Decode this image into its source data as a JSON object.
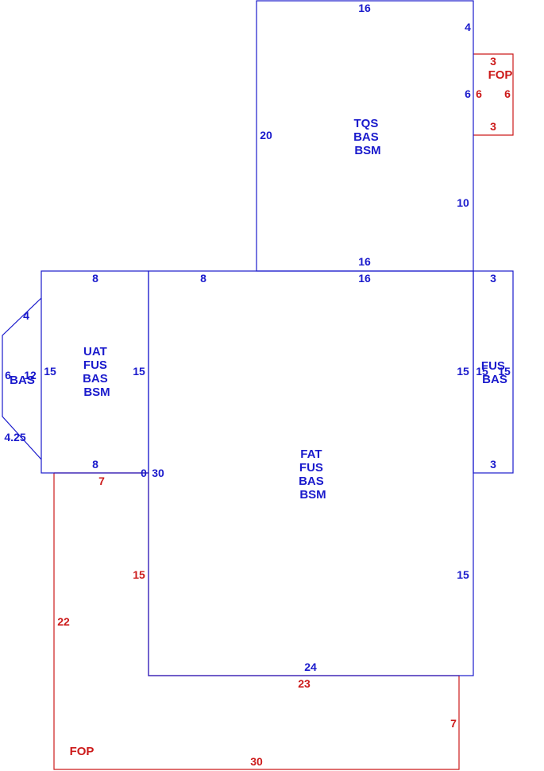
{
  "colors": {
    "building": "#1a1acc",
    "porch": "#cc1a1a"
  },
  "areas": {
    "tqs": {
      "lines": [
        "TQS",
        "BAS",
        "BSM"
      ]
    },
    "uat": {
      "lines": [
        "UAT",
        "FUS",
        "BAS",
        "BSM"
      ]
    },
    "fat": {
      "lines": [
        "FAT",
        "FUS",
        "BAS",
        "BSM"
      ]
    },
    "fus_right": {
      "lines": [
        "FUS",
        "BAS"
      ]
    },
    "bay": {
      "label": "BAS"
    },
    "fop_top": {
      "label": "FOP"
    },
    "fop_bottom": {
      "label": "FOP"
    }
  },
  "dimensions": {
    "tqs_top": "16",
    "tqs_right_upper": "4",
    "tqs_right_mid": "6",
    "tqs_left": "20",
    "tqs_right_lower": "10",
    "tqs_bottom": "16",
    "fop_top_top": "3",
    "fop_top_left": "6",
    "fop_top_right": "6",
    "fop_top_bottom": "3",
    "uat_top": "8",
    "uat_left": "15",
    "uat_right": "15",
    "uat_bottom": "8",
    "fat_top_left": "8",
    "fat_top_right": "16",
    "fat_right_upper": "15",
    "fat_right_lower": "15",
    "fat_left_zero": "0",
    "fat_left_30": "30",
    "fat_bottom": "24",
    "fus_top": "3",
    "fus_left": "15",
    "fus_right": "15",
    "fus_bottom": "3",
    "bay_top": "4",
    "bay_left": "6",
    "bay_right": "12",
    "bay_bottom": "4.25",
    "fop_bottom_top": "7",
    "fop_bottom_step": "15",
    "fop_bottom_left": "22",
    "fop_bottom_inner": "23",
    "fop_bottom_right": "7",
    "fop_bottom_bottom": "30"
  }
}
